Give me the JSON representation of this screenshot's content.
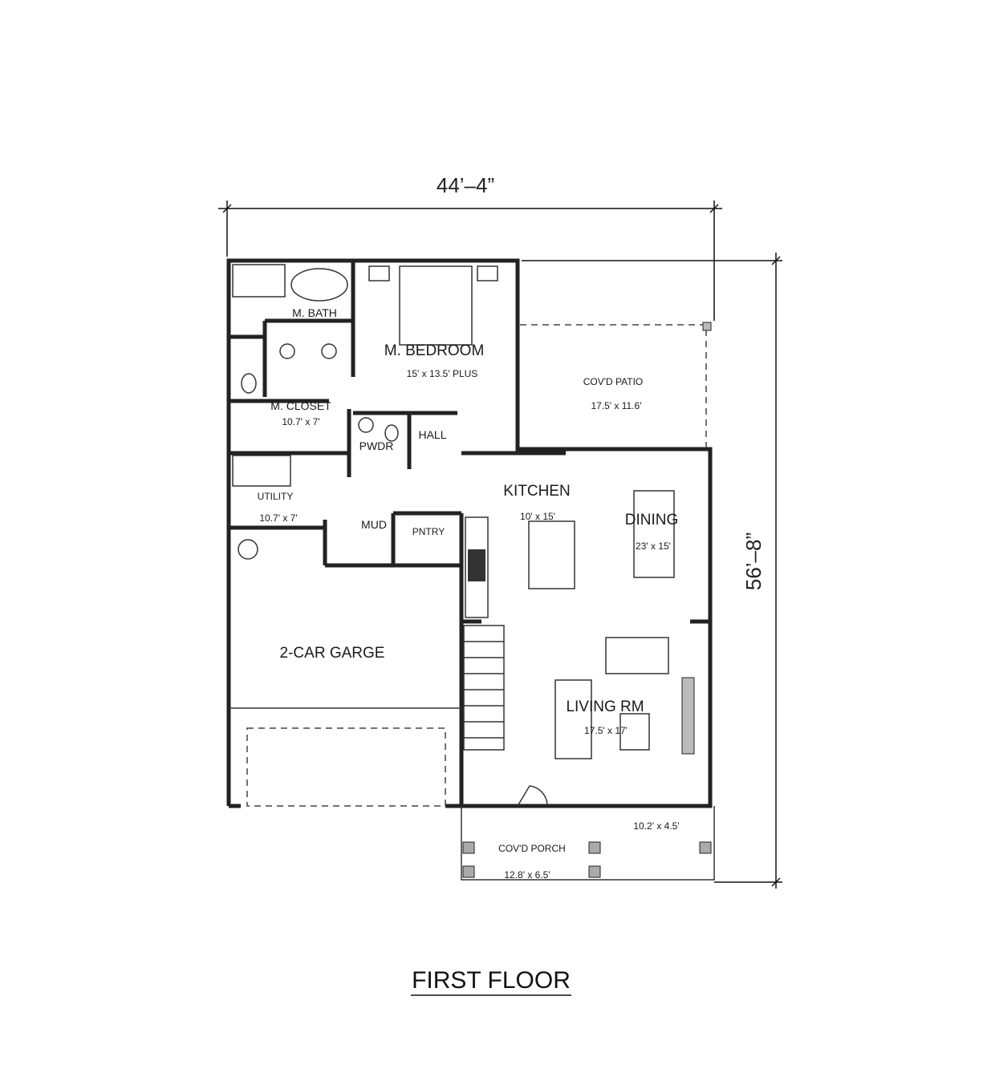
{
  "dimensions": {
    "width": "44’–4”",
    "depth": "56’–8”"
  },
  "title": "FIRST FLOOR",
  "rooms": {
    "m_bath": {
      "name": "M. BATH"
    },
    "m_bedroom": {
      "name": "M. BEDROOM",
      "size": "15' x 13.5' PLUS"
    },
    "m_closet": {
      "name": "M. CLOSET",
      "size": "10.7' x 7'"
    },
    "hall": {
      "name": "HALL"
    },
    "pwdr": {
      "name": "PWDR"
    },
    "utility": {
      "name": "UTILITY",
      "size": "10.7' x 7'"
    },
    "mud": {
      "name": "MUD"
    },
    "pntry": {
      "name": "PNTRY"
    },
    "kitchen": {
      "name": "KITCHEN",
      "size": "10' x 15'"
    },
    "dining": {
      "name": "DINING",
      "size": "23' x 15'"
    },
    "patio": {
      "name": "COV'D PATIO",
      "size": "17.5' x 11.6'"
    },
    "garage": {
      "name": "2-CAR GARGE"
    },
    "living": {
      "name": "LIVING RM",
      "size": "17.5' x 17'"
    },
    "porch": {
      "name": "COV'D PORCH",
      "size": "12.8' x 6.5'"
    },
    "side_porch": {
      "size": "10.2' x 4.5'"
    }
  }
}
